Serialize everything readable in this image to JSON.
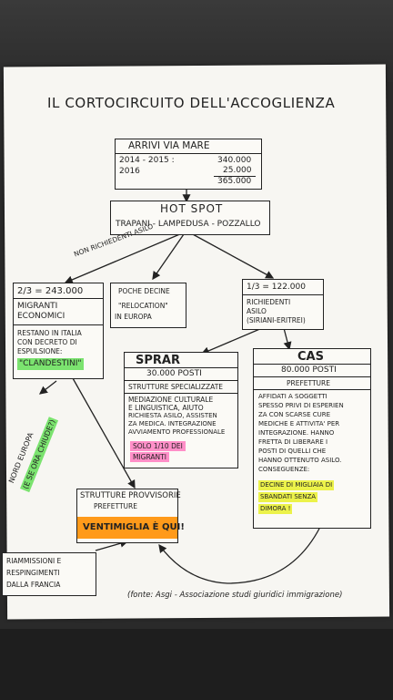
{
  "title": "IL CORTOCIRCUITO DELL'ACCOGLIENZA",
  "arrivi": {
    "heading": "ARRIVI VIA MARE",
    "row1_label": "2014 - 2015 :",
    "row1_value": "340.000",
    "row2_label": "2016",
    "row2_value": "25.000",
    "total": "365.000"
  },
  "hotspot": {
    "title": "HOT SPOT",
    "places": "TRAPANI - LAMPEDUSA - POZZALLO"
  },
  "non_richiedenti_label": "NON RICHIEDENTI ASILO",
  "migranti": {
    "fraction": "2/3 = 243.000",
    "line1": "MIGRANTI",
    "line2": "ECONOMICI",
    "text1": "RESTANO IN ITALIA",
    "text2": "CON DECRETO DI",
    "text3": "ESPULSIONE:",
    "clandestini": "\"CLANDESTINI\""
  },
  "poche": {
    "line1": "POCHE DECINE",
    "line2": "\"RELOCATION\"",
    "line3": "IN EUROPA"
  },
  "richiedenti": {
    "fraction": "1/3 = 122.000",
    "line1": "RICHIEDENTI",
    "line2": "ASILO",
    "line3": "(SIRIANI-ERITREI)"
  },
  "sprar": {
    "title": "SPRAR",
    "posti": "30.000 POSTI",
    "subtitle": "STRUTTURE SPECIALIZZATE",
    "lines": [
      "MEDIAZIONE CULTURALE",
      "E LINGUISTICA, AIUTO",
      "RICHIESTA ASILO, ASSISTEN",
      "ZA MEDICA. INTEGRAZIONE",
      "AVVIAMENTO PROFESSIONALE"
    ],
    "note1": "SOLO 1/10 DEI",
    "note2": "MIGRANTI"
  },
  "cas": {
    "title": "CAS",
    "posti": "80.000 POSTI",
    "subtitle": "PREFETTURE",
    "lines": [
      "AFFIDATI A SOGGETTI",
      "SPESSO PRIVI DI ESPERIEN",
      "ZA CON SCARSE CURE",
      "MEDICHE E ATTIVITA' PER",
      "INTEGRAZIONE. HANNO",
      "FRETTA DI LIBERARE I",
      "POSTI DI QUELLI CHE",
      "HANNO OTTENUTO ASILO.",
      "CONSEGUENZE:"
    ],
    "note1": "DECINE DI MIGLIAIA DI",
    "note2": "SBANDATI SENZA",
    "note3": "DIMORA !"
  },
  "strutture": {
    "line1": "STRUTTURE PROVVISORIE",
    "line2": "PREFETTURE",
    "highlight": "VENTIMIGLIA È QUI!"
  },
  "side": {
    "line1": "NORD EUROPA",
    "line2": "(E SE ORA CHIUDE?)"
  },
  "riammissioni": {
    "line1": "RIAMMISSIONI E",
    "line2": "RESPINGIMENTI",
    "line3": "DALLA FRANCIA"
  },
  "source": "(fonte: Asgi - Associazione studi giuridici immigrazione)"
}
